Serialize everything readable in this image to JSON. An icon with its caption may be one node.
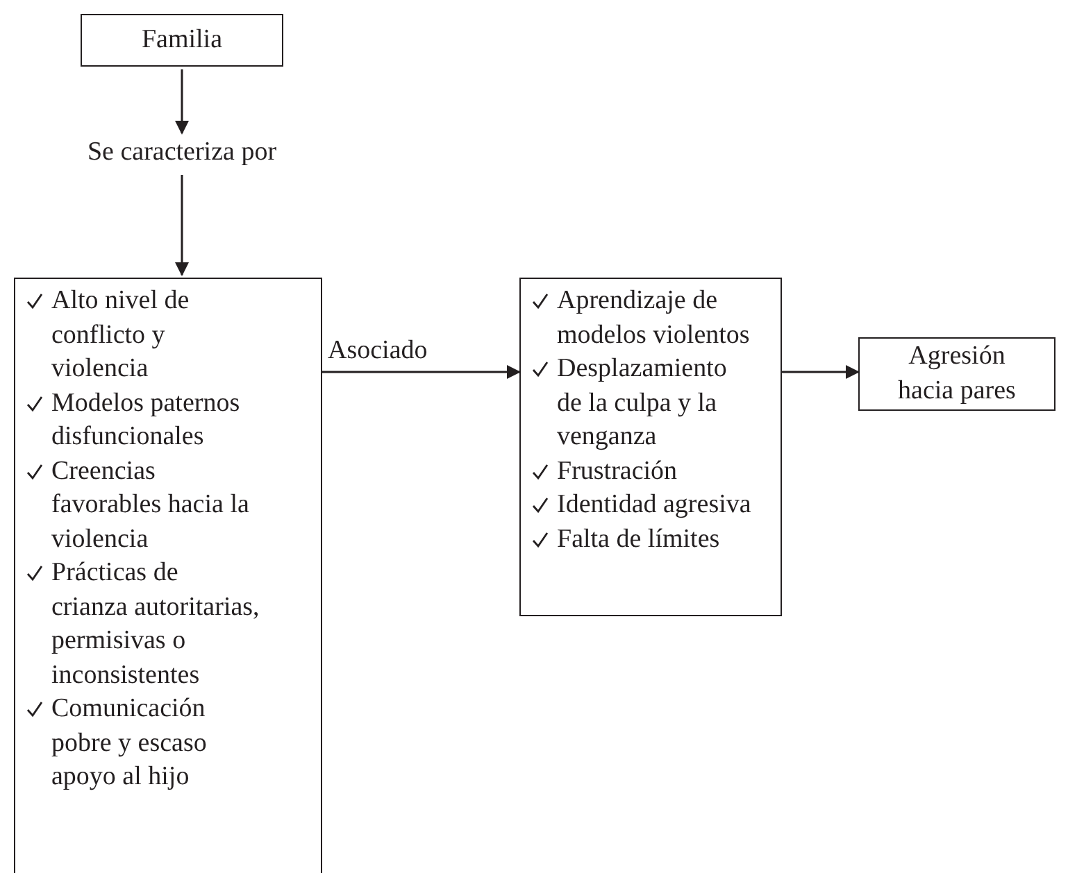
{
  "diagram": {
    "nodes": [
      {
        "text": [
          "Familia"
        ]
      },
      {
        "text": [
          "Se caracteriza por"
        ]
      },
      {
        "text": [
          "Alto nivel de conflicto y violencia",
          "Modelos paternos disfuncionales",
          "Creencias favorables hacia la violencia",
          "Prácticas de crianza autoritarias, permisivas o inconsistentes",
          "Comunicación pobre y escaso apoyo al hijo"
        ]
      },
      {
        "text": [
          "Aprendizaje de modelos violentos",
          "Desplazamiento de la culpa y la venganza",
          "Frustración",
          "Identidad agresiva",
          "Falta de límites"
        ]
      },
      {
        "text": [
          "Agresión hacia pares"
        ]
      }
    ],
    "edges": [
      {
        "from": 0,
        "to": 1,
        "arrow": "to"
      },
      {
        "from": 1,
        "to": 2,
        "arrow": "to"
      },
      {
        "from": 2,
        "to": 3,
        "arrow": "to",
        "label": "Asociado"
      },
      {
        "from": 3,
        "to": 4,
        "arrow": "to"
      }
    ]
  }
}
